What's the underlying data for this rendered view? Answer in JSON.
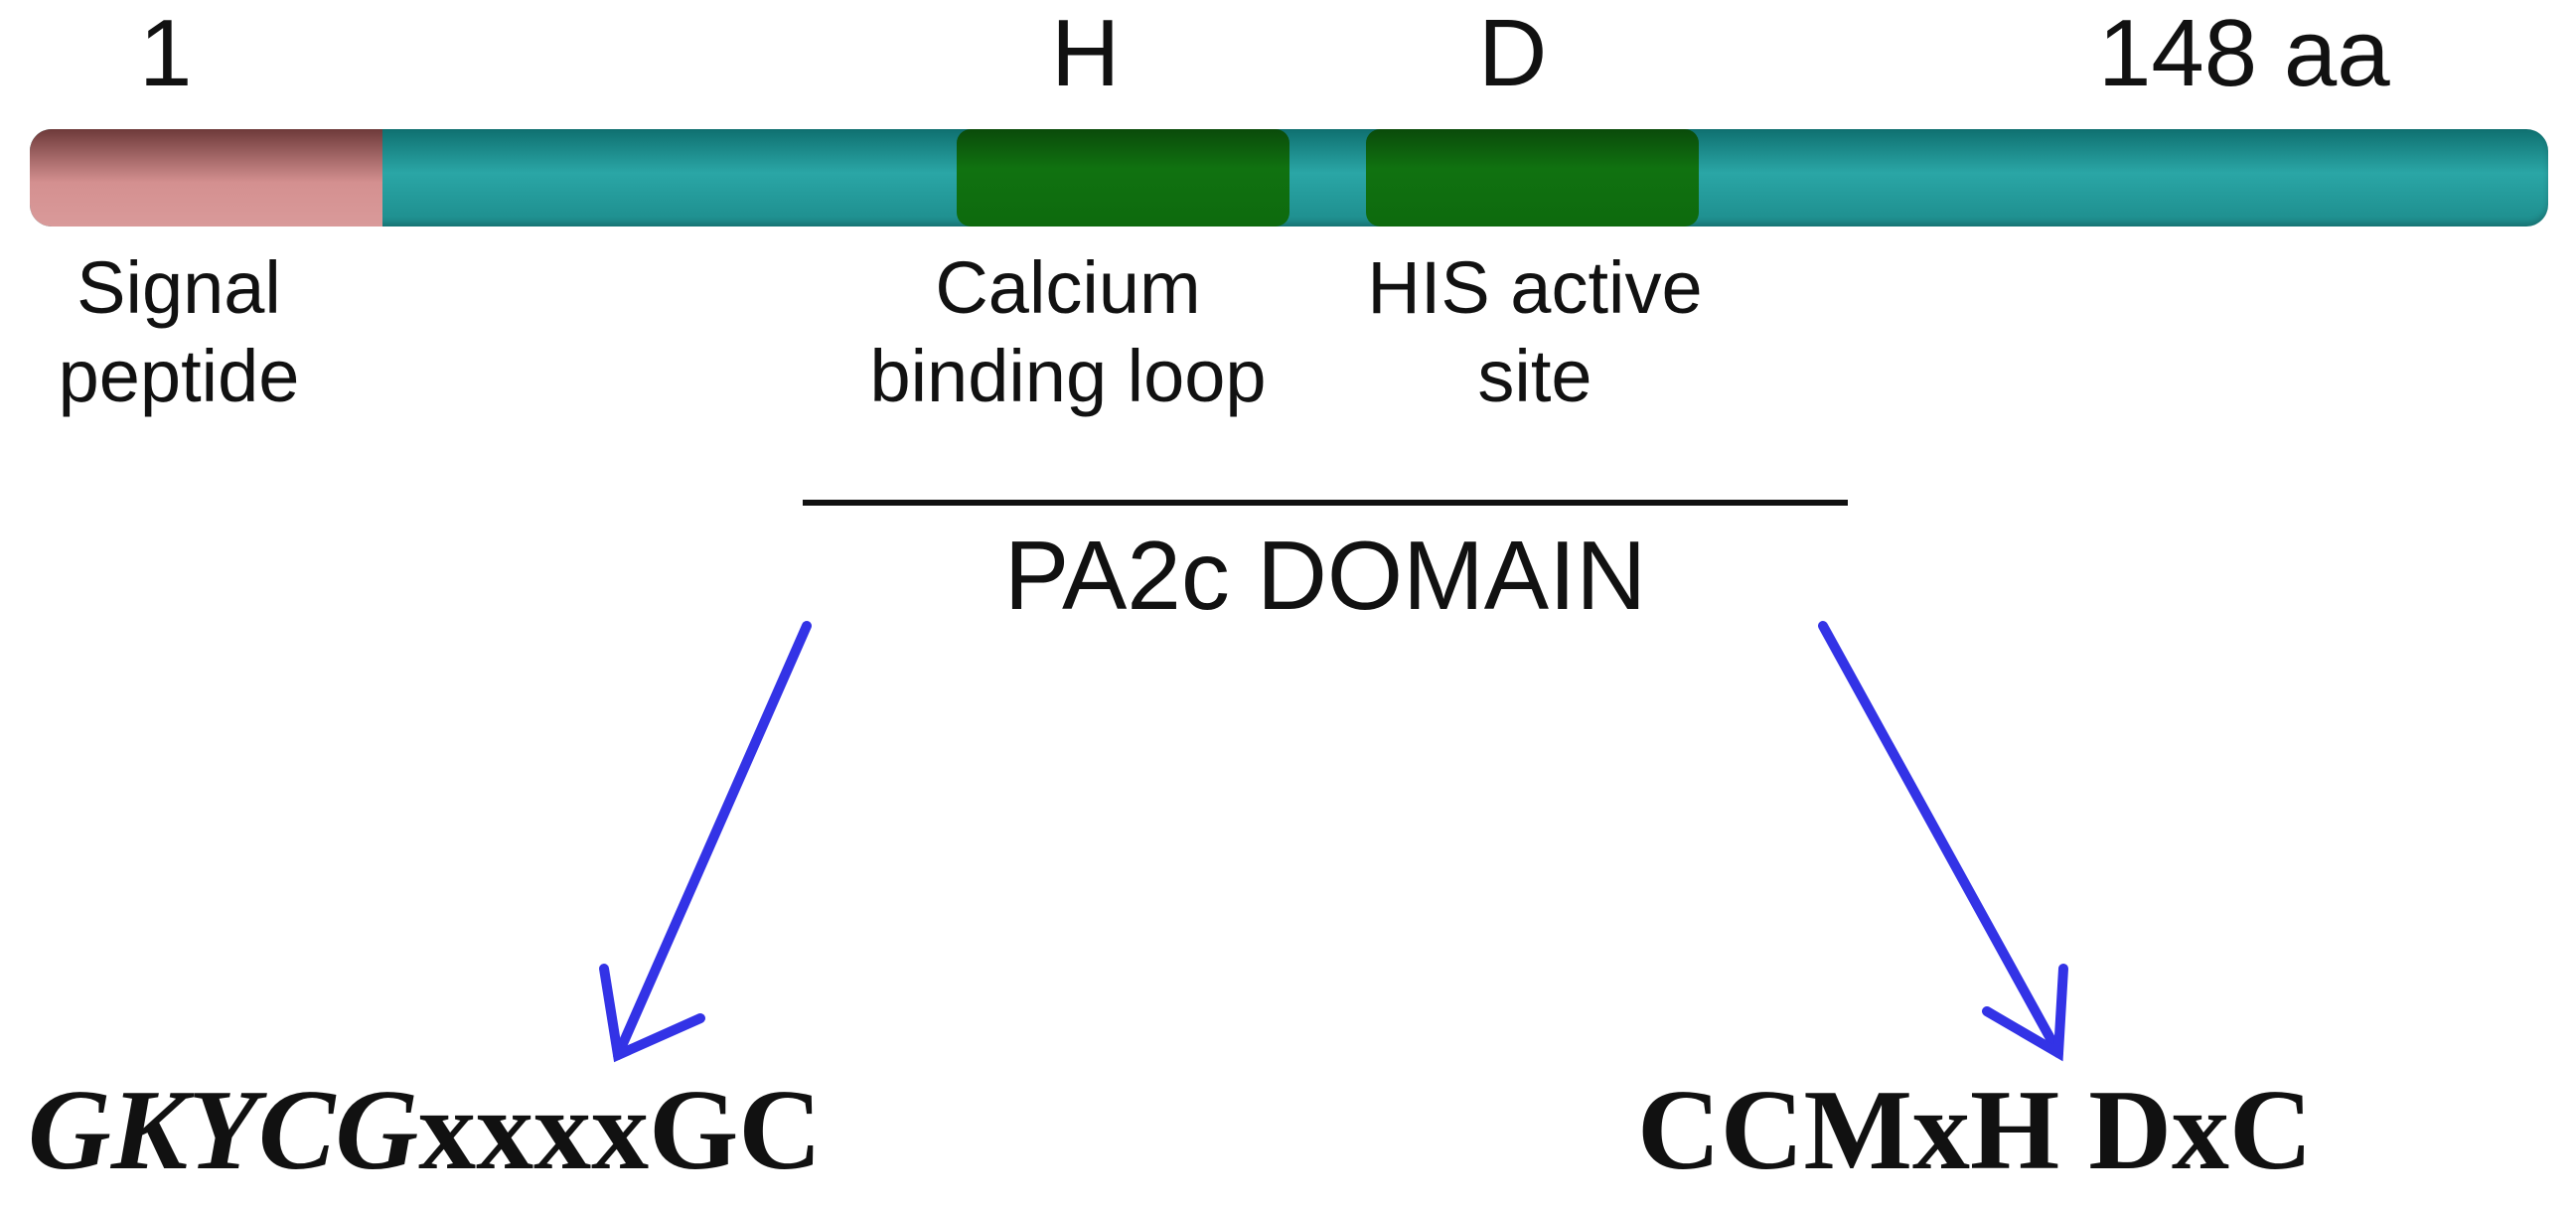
{
  "positions": {
    "start": "1",
    "h_residue": "H",
    "d_residue": "D",
    "end": "148 aa"
  },
  "regions": {
    "signal_peptide": [
      "Signal",
      "peptide"
    ],
    "calcium_loop": [
      "Calcium",
      "binding loop"
    ],
    "his_site": [
      "HIS active",
      "site"
    ]
  },
  "domain_label": "PA2c DOMAIN",
  "motifs": {
    "left_italic": "GKYCG",
    "left_rest": "xxxxGC",
    "right": "CCMxH DxC"
  },
  "colors": {
    "bar": "#2aa6a6",
    "signal_peptide": "#d99a9a",
    "green_region": "#107210",
    "arrow": "#3333e6"
  }
}
